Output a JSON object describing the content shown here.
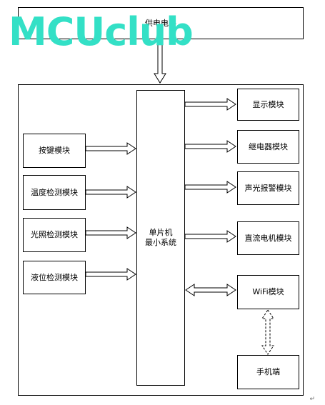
{
  "power": {
    "label": "供电电路"
  },
  "watermark": {
    "text": "MCUclub"
  },
  "mcu": {
    "line1": "单片机",
    "line2": "最小系统"
  },
  "inputs": [
    {
      "label": "按键模块"
    },
    {
      "label": "温度检测模块"
    },
    {
      "label": "光照检测模块"
    },
    {
      "label": "液位检测模块"
    }
  ],
  "outputs": [
    {
      "label": "显示模块"
    },
    {
      "label": "继电器模块"
    },
    {
      "label": "声光报警模块"
    },
    {
      "label": "直流电机模块"
    },
    {
      "label": "WiFi模块"
    }
  ],
  "phone": {
    "label": "手机端"
  }
}
